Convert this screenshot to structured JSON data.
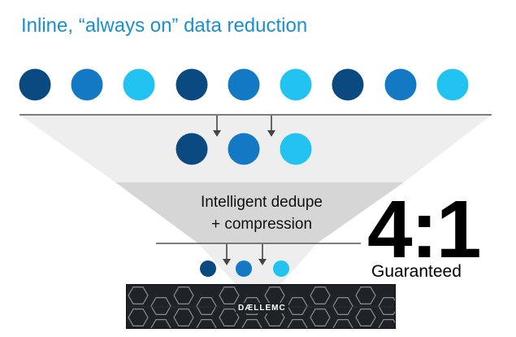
{
  "title": "Inline, “always on” data reduction",
  "funnel_label_line1": "Intelligent dedupe",
  "funnel_label_line2": "+ compression",
  "ratio": "4:1",
  "ratio_caption": "Guaranteed",
  "server_logo": "DÆLLEMC",
  "colors": {
    "dark_blue": "#0b4a80",
    "mid_blue": "#1479c4",
    "light_blue": "#22c3f0",
    "funnel_light": "#eeeeee",
    "funnel_dark": "#d6d6d6",
    "accent_text": "#1a8fd1"
  },
  "icons": [
    "down-arrow-icon",
    "data-block-icon",
    "server-icon"
  ]
}
